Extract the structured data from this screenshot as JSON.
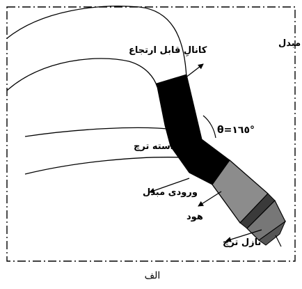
{
  "labels": {
    "retractable_channel": "کانالِ قابل ارتجاع",
    "converter_output": "خروجی مبدل",
    "angle": "θ=۱٦٥°",
    "torch_handle": "دسته ترچ",
    "converter_input": "ورودی مبدل",
    "hood": "هود",
    "torch_nozzle": "نازل ترچ",
    "caption": "الف"
  }
}
